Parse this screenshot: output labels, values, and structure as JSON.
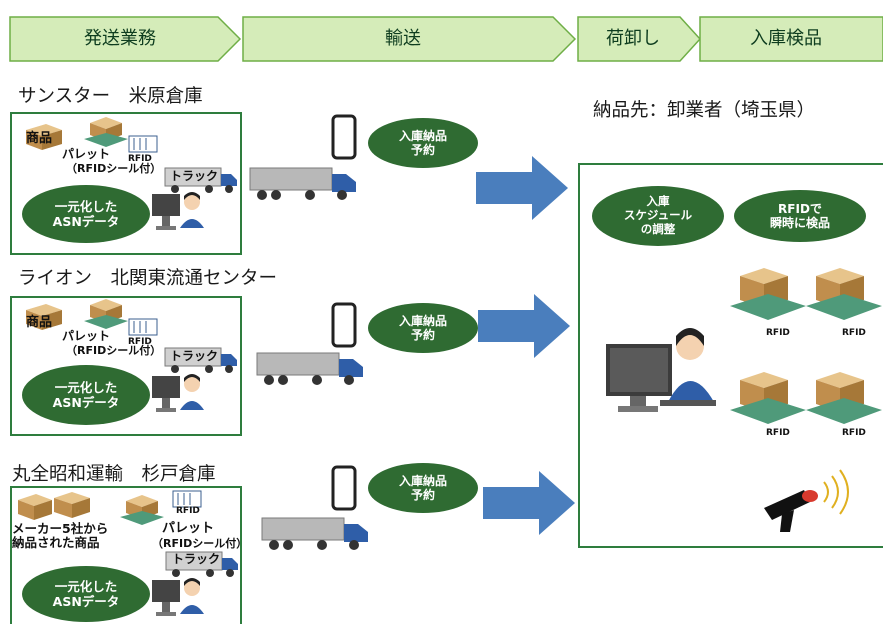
{
  "stages": [
    "発送業務",
    "輸送",
    "荷卸し",
    "入庫検品"
  ],
  "sites": [
    {
      "name": "サンスター　米原倉庫",
      "goods_label": "商品",
      "pallet_label": "パレット",
      "pallet_sub": "（RFIDシール付）",
      "rfid_label": "RFID",
      "truck_label": "トラック",
      "asn_label": "一元化した\nASNデータ",
      "booking_label": "入庫納品\n予約"
    },
    {
      "name": "ライオン　北関東流通センター",
      "goods_label": "商品",
      "pallet_label": "パレット",
      "pallet_sub": "（RFIDシール付）",
      "rfid_label": "RFID",
      "truck_label": "トラック",
      "asn_label": "一元化した\nASNデータ",
      "booking_label": "入庫納品\n予約"
    },
    {
      "name": "丸全昭和運輸　杉戸倉庫",
      "goods_label": "メーカー5社から\n納品された商品",
      "pallet_label": "パレット",
      "pallet_sub": "（RFIDシール付）",
      "rfid_label": "RFID",
      "truck_label": "トラック",
      "asn_label": "一元化した\nASNデータ",
      "booking_label": "入庫納品\n予約"
    }
  ],
  "destination": {
    "title": "納品先：卸業者（埼玉県）",
    "schedule_label": "入庫\nスケジュール\nの調整",
    "inspect_label": "RFIDで\n瞬時に検品",
    "rfid_tag": "RFID"
  },
  "colors": {
    "stage_fill": "#d5ecb9",
    "stage_border": "#6fae46",
    "oval": "#2f6b32",
    "site_border": "#2e7d3e",
    "arrow": "#4a7ebd"
  }
}
